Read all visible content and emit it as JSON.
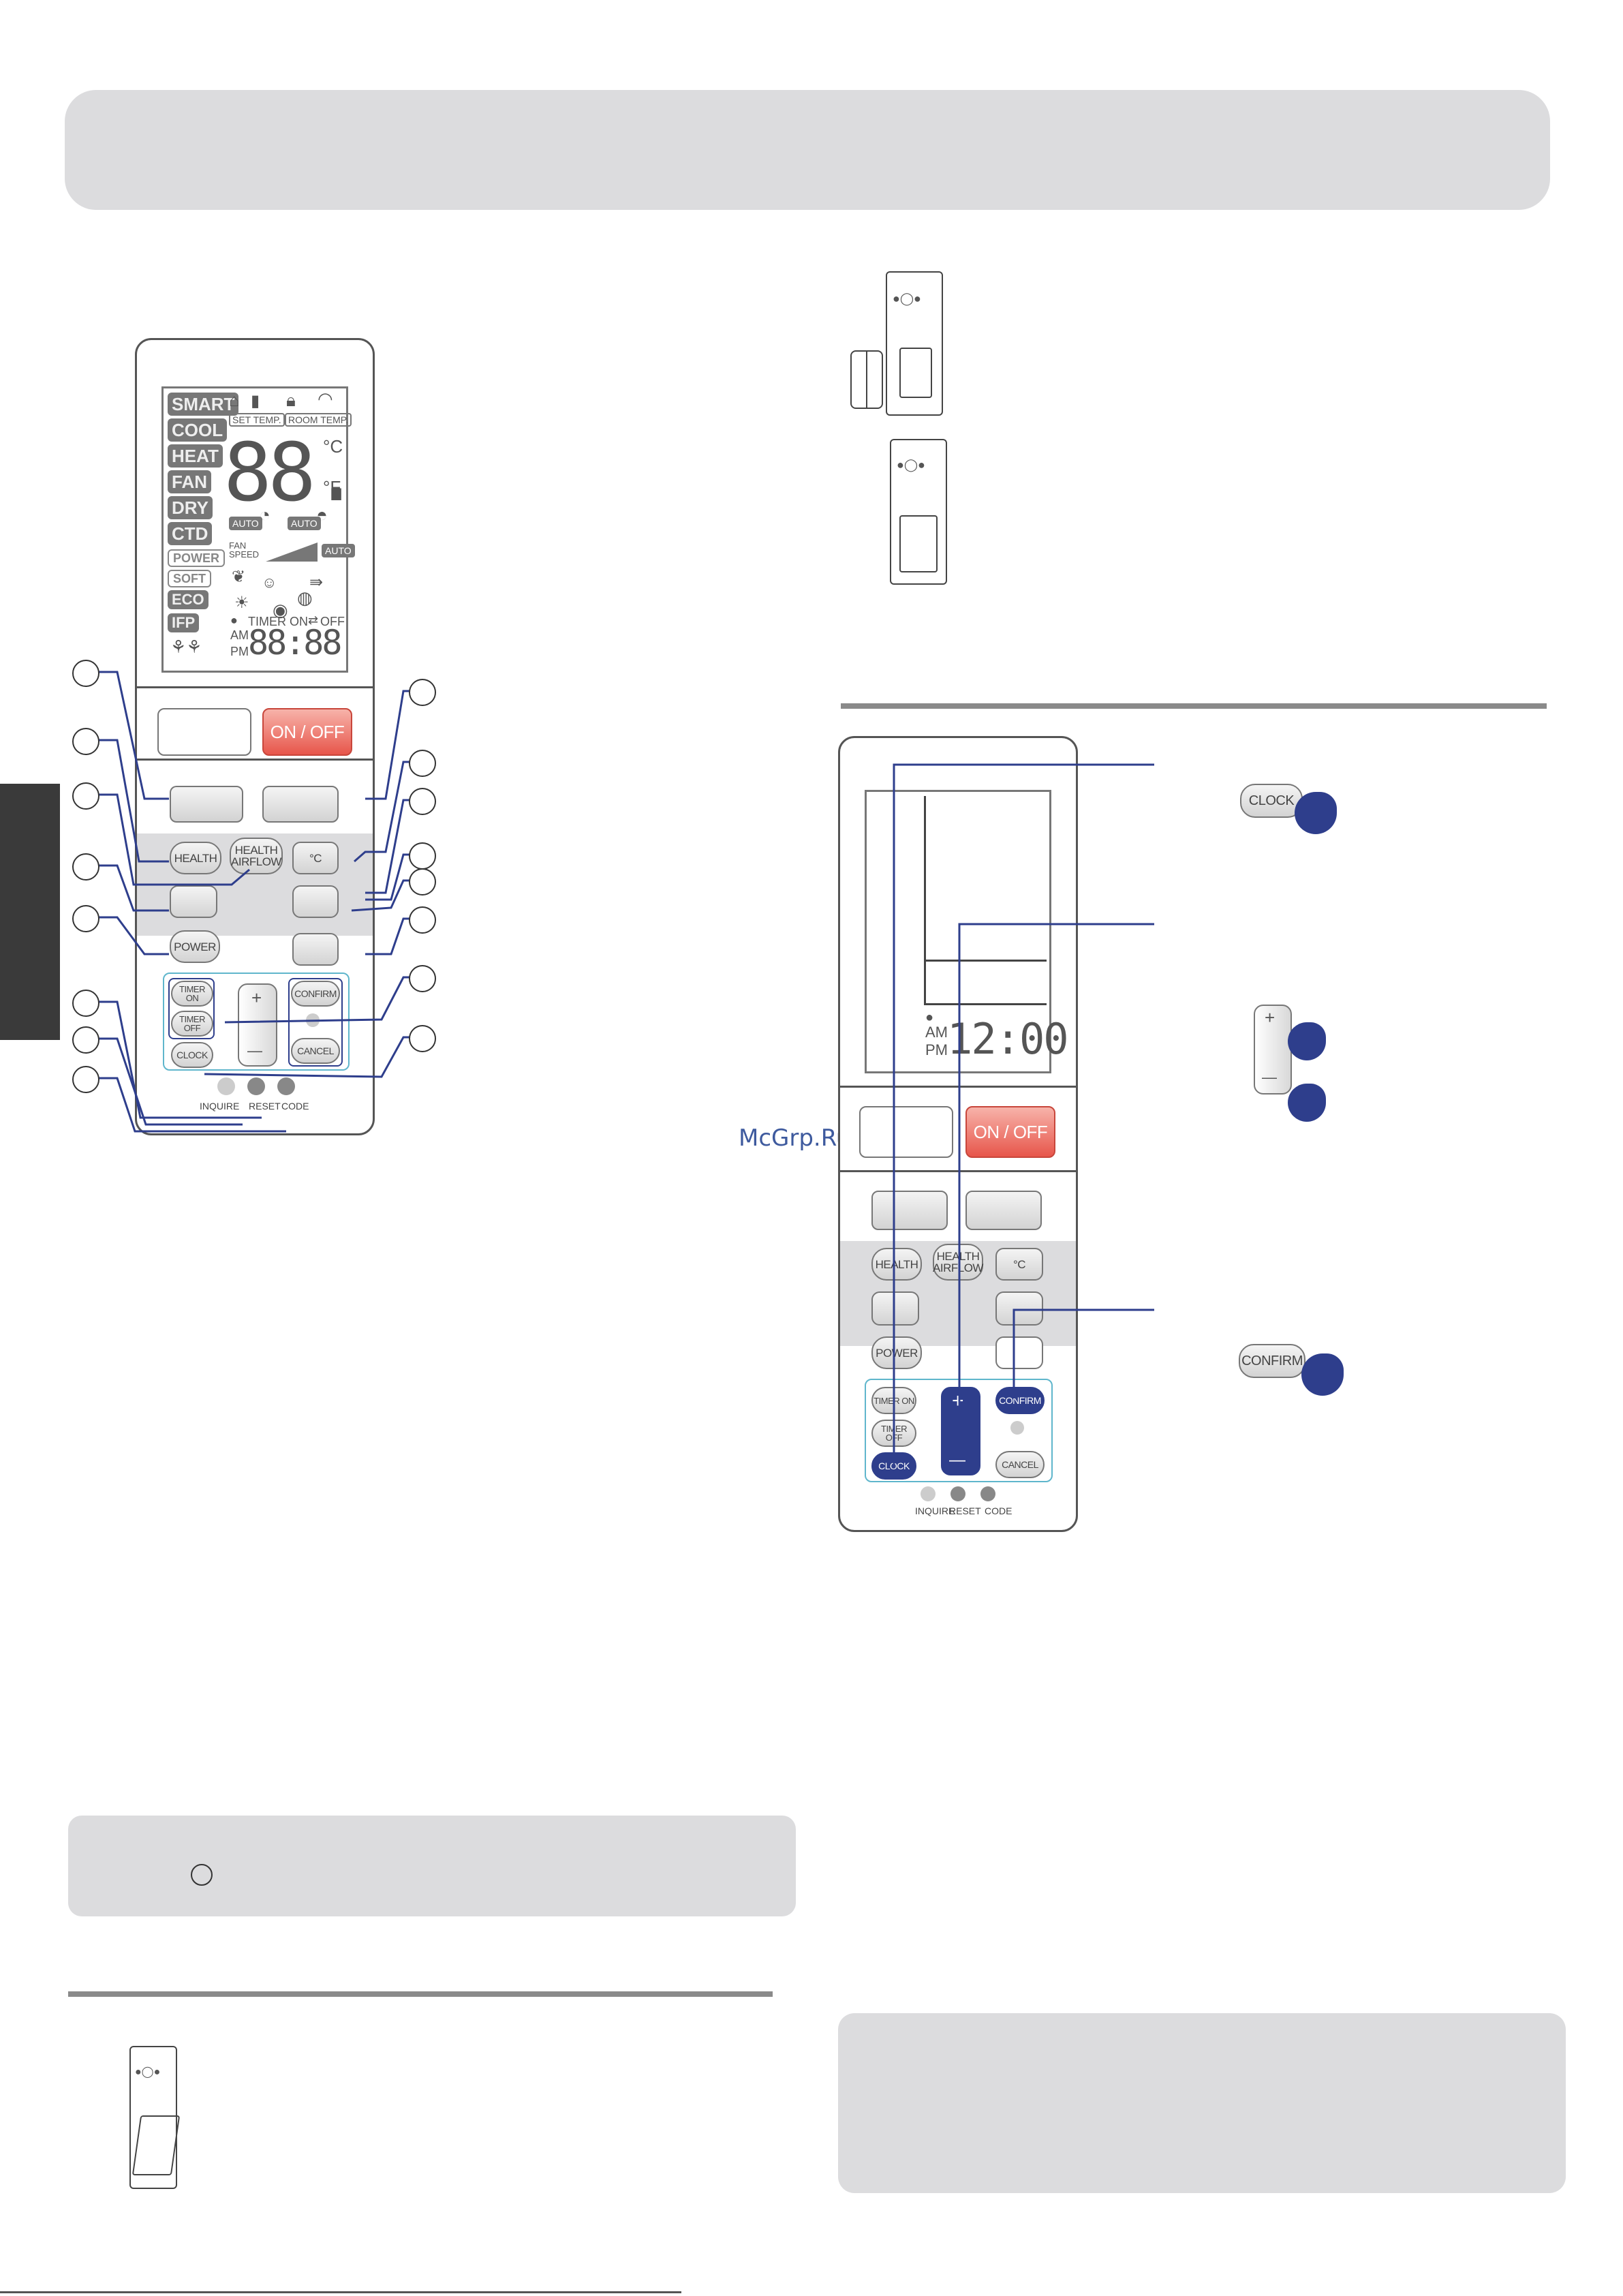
{
  "watermark": "McGrp.Ru",
  "remote_main": {
    "modes": [
      "SMART",
      "COOL",
      "HEAT",
      "FAN",
      "DRY",
      "CTD",
      "POWER",
      "SOFT",
      "ECO",
      "IFP"
    ],
    "lcd": {
      "set_temp": "SET TEMP.",
      "room_temp": "ROOM TEMP.",
      "big_digits": "88.",
      "unit_c": "°C",
      "unit_f": "°F",
      "auto1": "AUTO",
      "auto2": "AUTO",
      "auto3": "AUTO",
      "fan_speed": "FAN SPEED",
      "timer": "TIMER ON",
      "arrow": "⇄",
      "off": "OFF",
      "am": "AM",
      "pm": "PM",
      "clock_digits": "88:88"
    },
    "buttons": {
      "on_off": "ON / OFF",
      "health": "HEALTH",
      "health_airflow_1": "HEALTH",
      "health_airflow_2": "AIRFLOW",
      "celsius": "°C",
      "power": "POWER",
      "timer_on": "TIMER ON",
      "timer_off": "TIMER OFF",
      "clock": "CLOCK",
      "confirm": "CONFIRM",
      "cancel": "CANCEL",
      "plus": "+",
      "minus": "—"
    },
    "bottom_labels": {
      "inquire": "INQUIRE",
      "reset": "RESET",
      "code": "CODE"
    }
  },
  "remote_clock": {
    "lcd": {
      "am": "AM",
      "pm": "PM",
      "time": "12:00"
    },
    "buttons": {
      "on_off": "ON / OFF",
      "health": "HEALTH",
      "health_airflow_1": "HEALTH",
      "health_airflow_2": "AIRFLOW",
      "celsius": "°C",
      "power": "POWER",
      "timer_on": "TIMER ON",
      "timer_off": "TIMER OFF",
      "clock": "CLOCK",
      "confirm": "CONFIRM",
      "cancel": "CANCEL",
      "plus": "+",
      "minus": "—"
    },
    "bottom_labels": {
      "inquire": "INQUIRE",
      "reset": "RESET",
      "code": "CODE"
    }
  },
  "steps": {
    "clock_button": "CLOCK",
    "plus": "+",
    "minus": "—",
    "confirm_button": "CONFIRM"
  },
  "colors": {
    "banner": "#dcdcde",
    "accent_blue": "#2e3e8c",
    "on_off_red": "#e7564b",
    "frame_cyan": "#5fb6cc"
  }
}
